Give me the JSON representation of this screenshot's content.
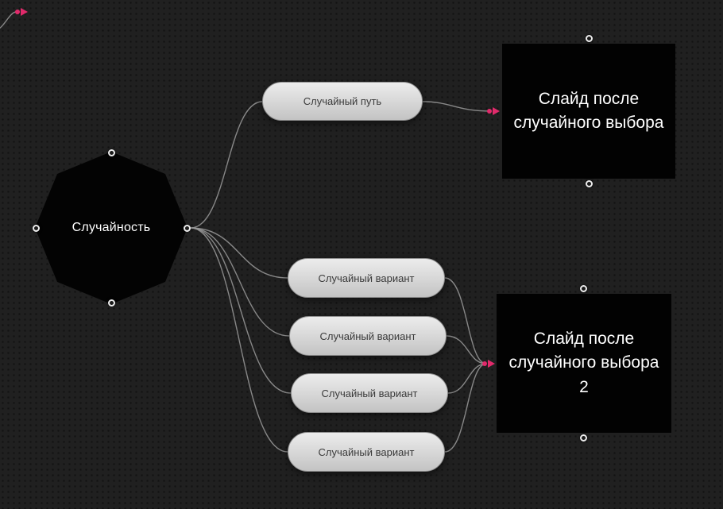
{
  "diagram": {
    "octagon": {
      "label": "Случайность"
    },
    "path_pill": {
      "label": "Случайный путь"
    },
    "slide1": {
      "label": "Слайд после случайного выбора"
    },
    "variants": [
      {
        "label": "Случайный вариант"
      },
      {
        "label": "Случайный вариант"
      },
      {
        "label": "Случайный вариант"
      },
      {
        "label": "Случайный вариант"
      }
    ],
    "slide2": {
      "label": "Слайд после случайного выбора 2"
    }
  },
  "edges": [
    {
      "from": "octagon",
      "to": "path_pill"
    },
    {
      "from": "path_pill",
      "to": "slide1"
    },
    {
      "from": "octagon",
      "to": "variant-1"
    },
    {
      "from": "octagon",
      "to": "variant-2"
    },
    {
      "from": "octagon",
      "to": "variant-3"
    },
    {
      "from": "octagon",
      "to": "variant-4"
    },
    {
      "from": "variant-1",
      "to": "slide2"
    },
    {
      "from": "variant-2",
      "to": "slide2"
    },
    {
      "from": "variant-3",
      "to": "slide2"
    },
    {
      "from": "variant-4",
      "to": "slide2"
    },
    {
      "from": "offscreen-top-left",
      "to": "offscreen-target"
    }
  ],
  "colors": {
    "background": "#202020",
    "edge": "#9a9a9a",
    "arrow_accent": "#e12a6b",
    "node_black": "#030303",
    "pill_gray": "#d6d6d6",
    "handle_ring": "#ececec"
  }
}
